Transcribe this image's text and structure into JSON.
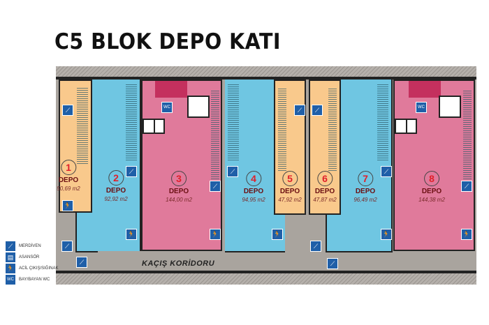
{
  "title": "C5 BLOK DEPO KATI",
  "corridor_label": "KAÇIŞ KORİDORU",
  "rooms": [
    {
      "number": "1",
      "label": "DEPO",
      "area": "50,69 m2",
      "color": "#f9c98c"
    },
    {
      "number": "2",
      "label": "DEPO",
      "area": "92,92 m2",
      "color": "#6fc6e2"
    },
    {
      "number": "3",
      "label": "DEPO",
      "area": "144,00 m2",
      "color": "#e07a9b"
    },
    {
      "number": "4",
      "label": "DEPO",
      "area": "94,95 m2",
      "color": "#6fc6e2"
    },
    {
      "number": "5",
      "label": "DEPO",
      "area": "47,92 m2",
      "color": "#f9c98c"
    },
    {
      "number": "6",
      "label": "DEPO",
      "area": "47,87 m2",
      "color": "#f9c98c"
    },
    {
      "number": "7",
      "label": "DEPO",
      "area": "96,49 m2",
      "color": "#6fc6e2"
    },
    {
      "number": "8",
      "label": "DEPO",
      "area": "144,38 m2",
      "color": "#e07a9b"
    }
  ],
  "legend": [
    {
      "icon": "stairs-icon",
      "label": "MERDİVEN"
    },
    {
      "icon": "elevator-icon",
      "label": "ASANSÖR"
    },
    {
      "icon": "emergency-exit-icon",
      "label": "ACİL ÇIKIŞ/SIĞINAK"
    },
    {
      "icon": "wc-icon",
      "label": "BAY/BAYAN WC"
    }
  ],
  "wc_text": "WC"
}
